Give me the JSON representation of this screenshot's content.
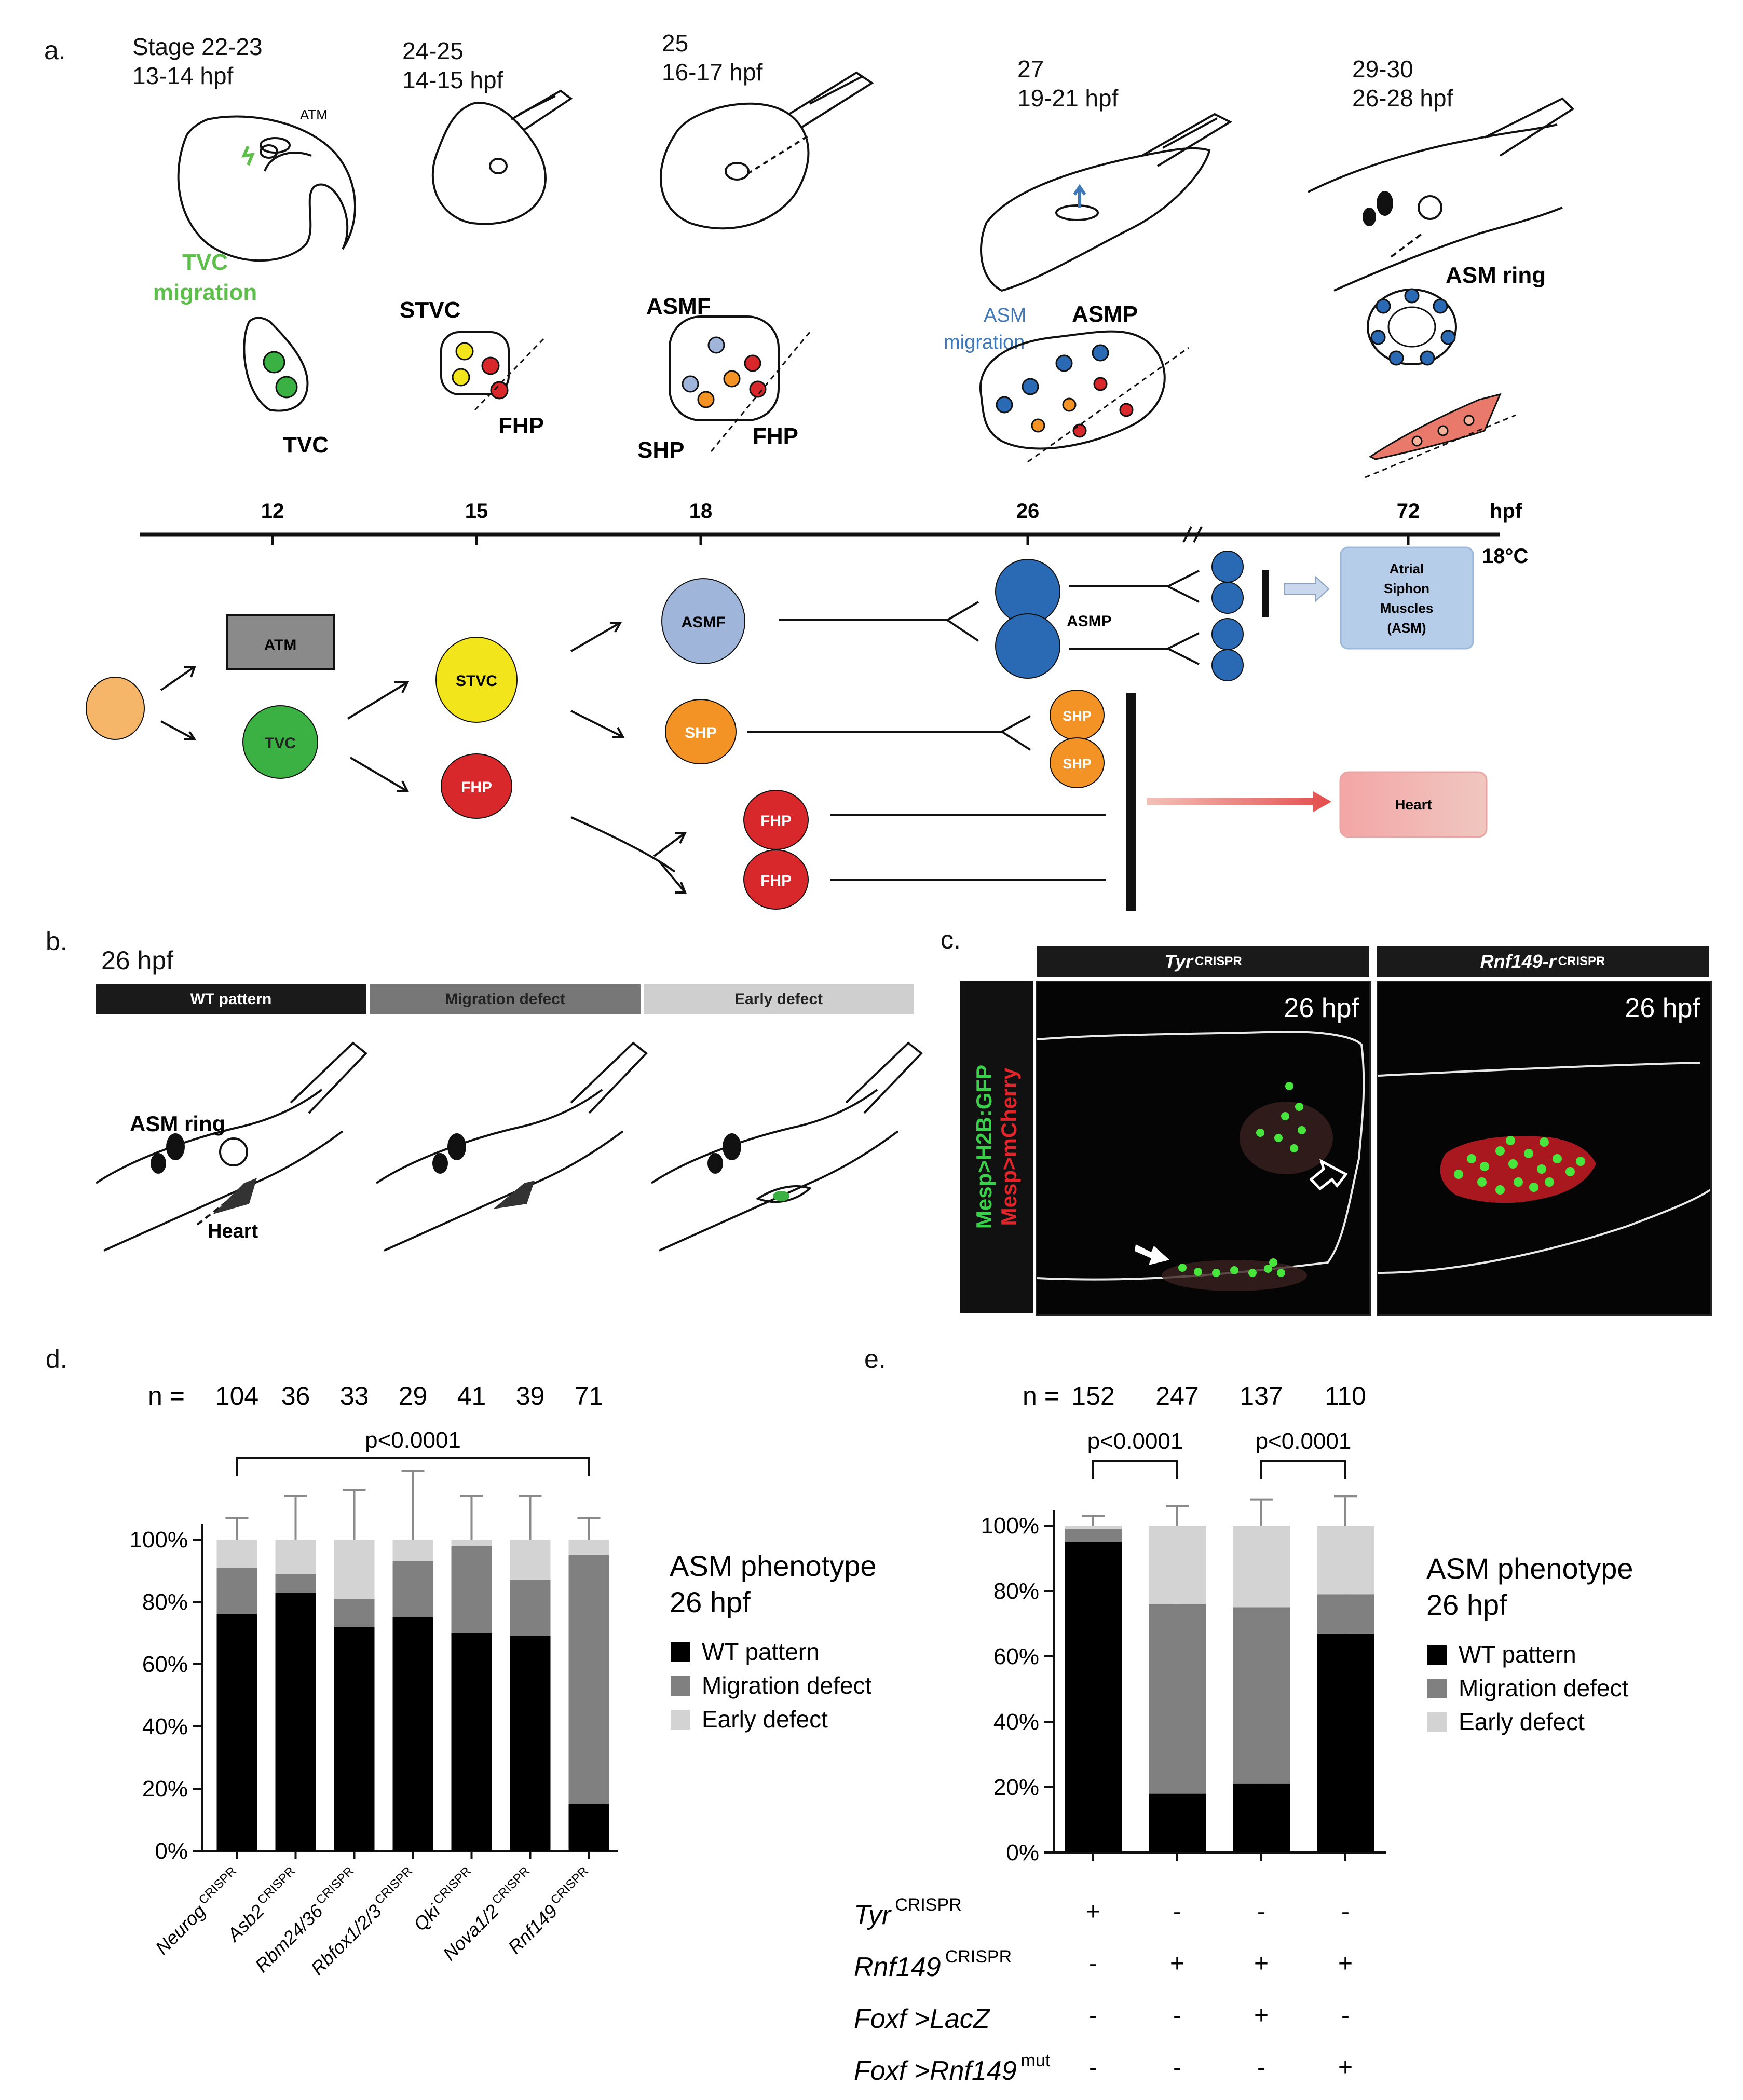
{
  "panel_letters": {
    "a": "a.",
    "b": "b.",
    "c": "c.",
    "d": "d.",
    "e": "e."
  },
  "panel_a": {
    "stages": [
      {
        "stage": "Stage 22-23",
        "hpf": "13-14 hpf"
      },
      {
        "stage": "24-25",
        "hpf": "14-15 hpf"
      },
      {
        "stage": "25",
        "hpf": "16-17 hpf"
      },
      {
        "stage": "27",
        "hpf": "19-21 hpf"
      },
      {
        "stage": "29-30",
        "hpf": "26-28 hpf"
      }
    ],
    "labels": {
      "atm_small": "ATM",
      "tvc_migration_1": "TVC",
      "tvc_migration_2": "migration",
      "tvc": "TVC",
      "stvc": "STVC",
      "fhp1": "FHP",
      "asmf": "ASMF",
      "shp": "SHP",
      "fhp2": "FHP",
      "asm_migration_1": "ASM",
      "asm_migration_2": "migration",
      "asmp": "ASMP",
      "asm_ring": "ASM ring"
    },
    "timeline": {
      "ticks": [
        "12",
        "15",
        "18",
        "26",
        "72"
      ],
      "unit": "hpf",
      "temperature": "18°C"
    },
    "lineage": {
      "atm": "ATM",
      "tvc": "TVC",
      "stvc": "STVC",
      "fhp": "FHP",
      "asmf": "ASMF",
      "shp": "SHP",
      "fhp_a": "FHP",
      "fhp_b": "FHP",
      "asmp": "ASMP",
      "shp_a": "SHP",
      "shp_b": "SHP",
      "asm_box": [
        "Atrial",
        "Siphon",
        "Muscles",
        "(ASM)"
      ],
      "heart_box": "Heart"
    },
    "colors": {
      "founder": "#f6b66a",
      "tvc": "#3bb143",
      "stvc": "#f2e51c",
      "fhp": "#d8282c",
      "asmf": "#9fb6da",
      "shp": "#f39325",
      "asmp": "#2a6ab4",
      "atm": "#8a8a8a",
      "migration_green": "#5bbf4a",
      "migration_blue": "#3f78b8"
    }
  },
  "panel_b": {
    "time": "26 hpf",
    "headers": [
      "WT pattern",
      "Migration defect",
      "Early defect"
    ],
    "header_colors": [
      "#1a1a1a",
      "#777777",
      "#cfcfcf"
    ],
    "labels": {
      "asm_ring": "ASM ring",
      "heart": "Heart"
    }
  },
  "panel_c": {
    "headers": [
      {
        "gene": "Tyr",
        "sup": "CRISPR"
      },
      {
        "gene": "Rnf149-r",
        "sup": "CRISPR"
      }
    ],
    "time": "26 hpf",
    "side_green": "Mesp>H2B:GFP",
    "side_red": "Mesp>mCherry"
  },
  "panel_d": {
    "n_label": "n =",
    "n_values": [
      "104",
      "36",
      "33",
      "29",
      "41",
      "39",
      "71"
    ],
    "pvalue": "p<0.0001",
    "legend_title_1": "ASM phenotype",
    "legend_title_2": "26 hpf",
    "legend": [
      "WT pattern",
      "Migration defect",
      "Early defect"
    ],
    "categories": [
      {
        "gene": "Neurog",
        "sup": "CRISPR"
      },
      {
        "gene": "Asb2",
        "sup": "CRISPR"
      },
      {
        "gene": "Rbm24/36",
        "sup": "CRISPR"
      },
      {
        "gene": "Rbfox1/2/3",
        "sup": "CRISPR"
      },
      {
        "gene": "Qki",
        "sup": "CRISPR"
      },
      {
        "gene": "Nova1/2",
        "sup": "CRISPR"
      },
      {
        "gene": "Rnf149",
        "sup": "CRISPR"
      }
    ],
    "yticks": [
      "0%",
      "20%",
      "40%",
      "60%",
      "80%",
      "100%"
    ]
  },
  "panel_e": {
    "n_label": "n =",
    "n_values": [
      "152",
      "247",
      "137",
      "110"
    ],
    "pvalues": [
      "p<0.0001",
      "p<0.0001"
    ],
    "legend_title_1": "ASM phenotype",
    "legend_title_2": "26 hpf",
    "legend": [
      "WT pattern",
      "Migration defect",
      "Early defect"
    ],
    "yticks": [
      "0%",
      "20%",
      "40%",
      "60%",
      "80%",
      "100%"
    ],
    "conditions": [
      {
        "gene": "Tyr",
        "sup": "CRISPR",
        "marks": [
          "+",
          "-",
          "-",
          "-"
        ]
      },
      {
        "gene": "Rnf149",
        "sup": "CRISPR",
        "marks": [
          "-",
          "+",
          "+",
          "+"
        ]
      },
      {
        "gene": "Foxf >LacZ",
        "sup": "",
        "marks": [
          "-",
          "-",
          "+",
          "-"
        ]
      },
      {
        "gene": "Foxf >Rnf149",
        "sup": "mut",
        "marks": [
          "-",
          "-",
          "-",
          "+"
        ]
      }
    ]
  },
  "chart_data": [
    {
      "type": "bar",
      "stacked": true,
      "categories": [
        "Neurog CRISPR",
        "Asb2 CRISPR",
        "Rbm24/36 CRISPR",
        "Rbfox1/2/3 CRISPR",
        "Qki CRISPR",
        "Nova1/2 CRISPR",
        "Rnf149 CRISPR"
      ],
      "series": [
        {
          "name": "WT pattern",
          "color": "#000000",
          "values": [
            76,
            83,
            72,
            75,
            70,
            69,
            15
          ],
          "error": [
            8,
            9,
            13,
            13,
            12,
            12,
            10
          ]
        },
        {
          "name": "Migration defect",
          "color": "#808080",
          "values": [
            15,
            6,
            9,
            18,
            28,
            18,
            80
          ],
          "error": [
            null,
            null,
            null,
            null,
            null,
            null,
            null
          ]
        },
        {
          "name": "Early defect",
          "color": "#d3d3d3",
          "values": [
            9,
            11,
            19,
            7,
            2,
            13,
            5
          ],
          "error": [
            7,
            14,
            16,
            22,
            14,
            14,
            7
          ]
        }
      ],
      "ylim": [
        0,
        100
      ]
    },
    {
      "type": "bar",
      "stacked": true,
      "categories": [
        "1",
        "2",
        "3",
        "4"
      ],
      "series": [
        {
          "name": "WT pattern",
          "color": "#000000",
          "values": [
            95,
            18,
            21,
            67
          ],
          "error": [
            2,
            6,
            8,
            8
          ]
        },
        {
          "name": "Migration defect",
          "color": "#808080",
          "values": [
            4,
            58,
            54,
            12
          ],
          "error": [
            null,
            7,
            8,
            7
          ]
        },
        {
          "name": "Early defect",
          "color": "#d3d3d3",
          "values": [
            1,
            24,
            25,
            21
          ],
          "error": [
            3,
            6,
            8,
            9
          ]
        }
      ],
      "ylim": [
        0,
        100
      ]
    }
  ]
}
